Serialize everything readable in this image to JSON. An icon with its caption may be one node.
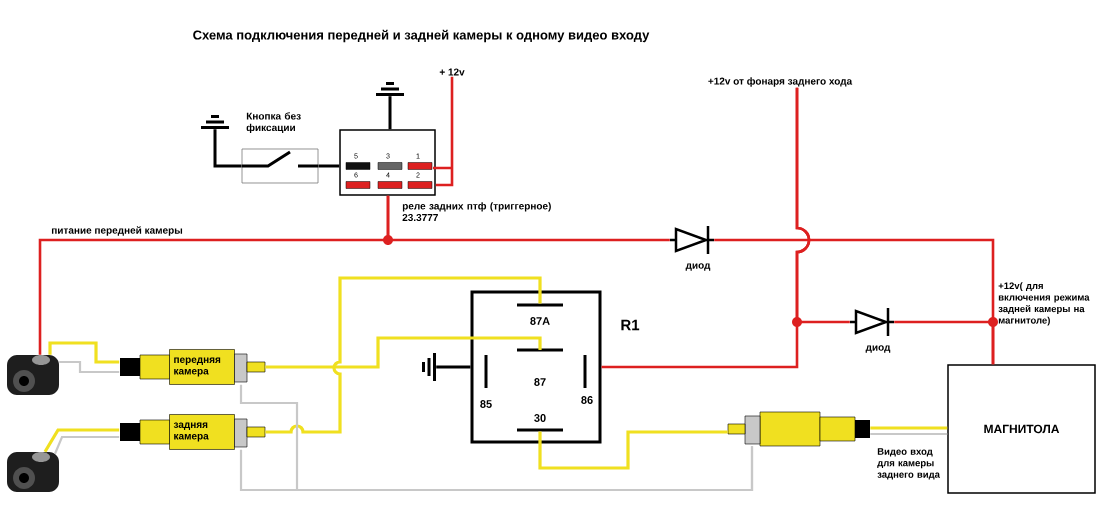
{
  "diagram": {
    "title": "Схема подключения передней и задней камеры к одному видео входу",
    "nodes": [
      {
        "text": [
          "Кнопка без фиксации"
        ]
      },
      {
        "text": [
          "5",
          "3",
          "1",
          "6",
          "4",
          "2"
        ],
        "beside": [
          "реле задних птф (триггерное) 23.3777"
        ]
      },
      {
        "text": [
          "+ 12v"
        ]
      },
      {
        "text": [
          "+12v от фонаря заднего хода"
        ]
      },
      {
        "text": [
          "диод"
        ]
      },
      {
        "text": [
          "диод"
        ]
      },
      {
        "text": [
          "R1",
          "87A",
          "87",
          "85",
          "86",
          "30"
        ]
      },
      {
        "text": [
          "передняя камера"
        ]
      },
      {
        "text": [
          "задняя камера"
        ]
      },
      {
        "text": [],
        "shape": "picture"
      },
      {
        "text": [],
        "shape": "picture"
      },
      {
        "text": [],
        "shape": "box"
      },
      {
        "text": [
          "МАГНИТОЛА"
        ]
      },
      {
        "text": [],
        "shape": "ground"
      },
      {
        "text": [],
        "shape": "ground"
      },
      {
        "text": [],
        "shape": "ground"
      }
    ],
    "edges": [
      {
        "from": 0,
        "to": 13,
        "arrow": "none",
        "color": "#000000"
      },
      {
        "from": 0,
        "to": 1,
        "arrow": "none",
        "color": "#000000"
      },
      {
        "from": 1,
        "to": 14,
        "arrow": "none",
        "color": "#000000"
      },
      {
        "from": 2,
        "to": 1,
        "arrow": "none"
      },
      {
        "from": 1,
        "to": 9,
        "arrow": "none",
        "label": "питание передней камеры"
      },
      {
        "from": 1,
        "to": 4,
        "arrow": "none"
      },
      {
        "from": 4,
        "to": 12,
        "arrow": "none"
      },
      {
        "from": 3,
        "to": 6,
        "arrow": "none"
      },
      {
        "from": 3,
        "to": 5,
        "arrow": "none"
      },
      {
        "from": 5,
        "to": 12,
        "arrow": "none"
      },
      {
        "from": 6,
        "to": 15,
        "arrow": "none",
        "color": "#000000"
      },
      {
        "from": 9,
        "to": 7,
        "arrow": "none",
        "color": "#f0e020"
      },
      {
        "from": 9,
        "to": 7,
        "arrow": "none",
        "color": "#c8c8c8"
      },
      {
        "from": 10,
        "to": 8,
        "arrow": "none",
        "color": "#f0e020"
      },
      {
        "from": 10,
        "to": 8,
        "arrow": "none",
        "color": "#c8c8c8"
      },
      {
        "from": 7,
        "to": 6,
        "arrow": "none",
        "color": "#f0e020"
      },
      {
        "from": 8,
        "to": 6,
        "arrow": "none",
        "color": "#f0e020"
      },
      {
        "from": 6,
        "to": 11,
        "arrow": "none",
        "color": "#f0e020"
      },
      {
        "from": 11,
        "to": 12,
        "arrow": "none",
        "color": "#f0e020"
      },
      {
        "from": 11,
        "to": 12,
        "arrow": "none",
        "color": "#c8c8c8"
      },
      {
        "from": 7,
        "to": 11,
        "arrow": "none",
        "color": "#c8c8c8"
      },
      {
        "from": 8,
        "to": 11,
        "arrow": "none",
        "color": "#c8c8c8"
      }
    ],
    "labels": [
      "+12v( для включения режима задней камеры на магнитоле)",
      "Видео вход для камеры заднего вида"
    ]
  }
}
